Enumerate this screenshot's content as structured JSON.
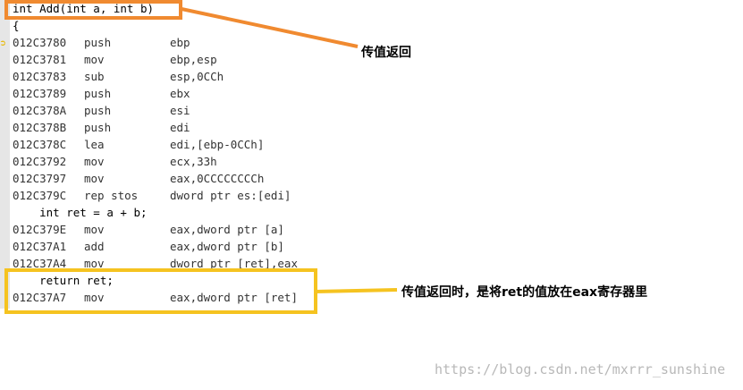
{
  "source_header": "int Add(int a, int b)",
  "brace": "{",
  "lines": [
    {
      "addr": "012C3780",
      "op": "push",
      "arg": "ebp"
    },
    {
      "addr": "012C3781",
      "op": "mov",
      "arg": "ebp,esp"
    },
    {
      "addr": "012C3783",
      "op": "sub",
      "arg": "esp,0CCh"
    },
    {
      "addr": "012C3789",
      "op": "push",
      "arg": "ebx"
    },
    {
      "addr": "012C378A",
      "op": "push",
      "arg": "esi"
    },
    {
      "addr": "012C378B",
      "op": "push",
      "arg": "edi"
    },
    {
      "addr": "012C378C",
      "op": "lea",
      "arg": "edi,[ebp-0CCh]"
    },
    {
      "addr": "012C3792",
      "op": "mov",
      "arg": "ecx,33h"
    },
    {
      "addr": "012C3797",
      "op": "mov",
      "arg": "eax,0CCCCCCCCh"
    },
    {
      "addr": "012C379C",
      "op": "rep stos",
      "arg": "dword ptr es:[edi]"
    },
    {
      "src": "    int ret = a + b;"
    },
    {
      "addr": "012C379E",
      "op": "mov",
      "arg": "eax,dword ptr [a]"
    },
    {
      "addr": "012C37A1",
      "op": "add",
      "arg": "eax,dword ptr [b]"
    },
    {
      "addr": "012C37A4",
      "op": "mov",
      "arg": "dword ptr [ret],eax"
    },
    {
      "src": "    return ret;"
    },
    {
      "addr": "012C37A7",
      "op": "mov",
      "arg": "eax,dword ptr [ret]"
    }
  ],
  "annotations": {
    "top": "传值返回",
    "bottom": "传值返回时，是将ret的值放在eax寄存器里"
  },
  "colors": {
    "orange": "#f08a30",
    "yellow": "#f5c320"
  },
  "watermark": "https://blog.csdn.net/mxrrr_sunshine",
  "current_line_icon": "arrow-right-icon"
}
